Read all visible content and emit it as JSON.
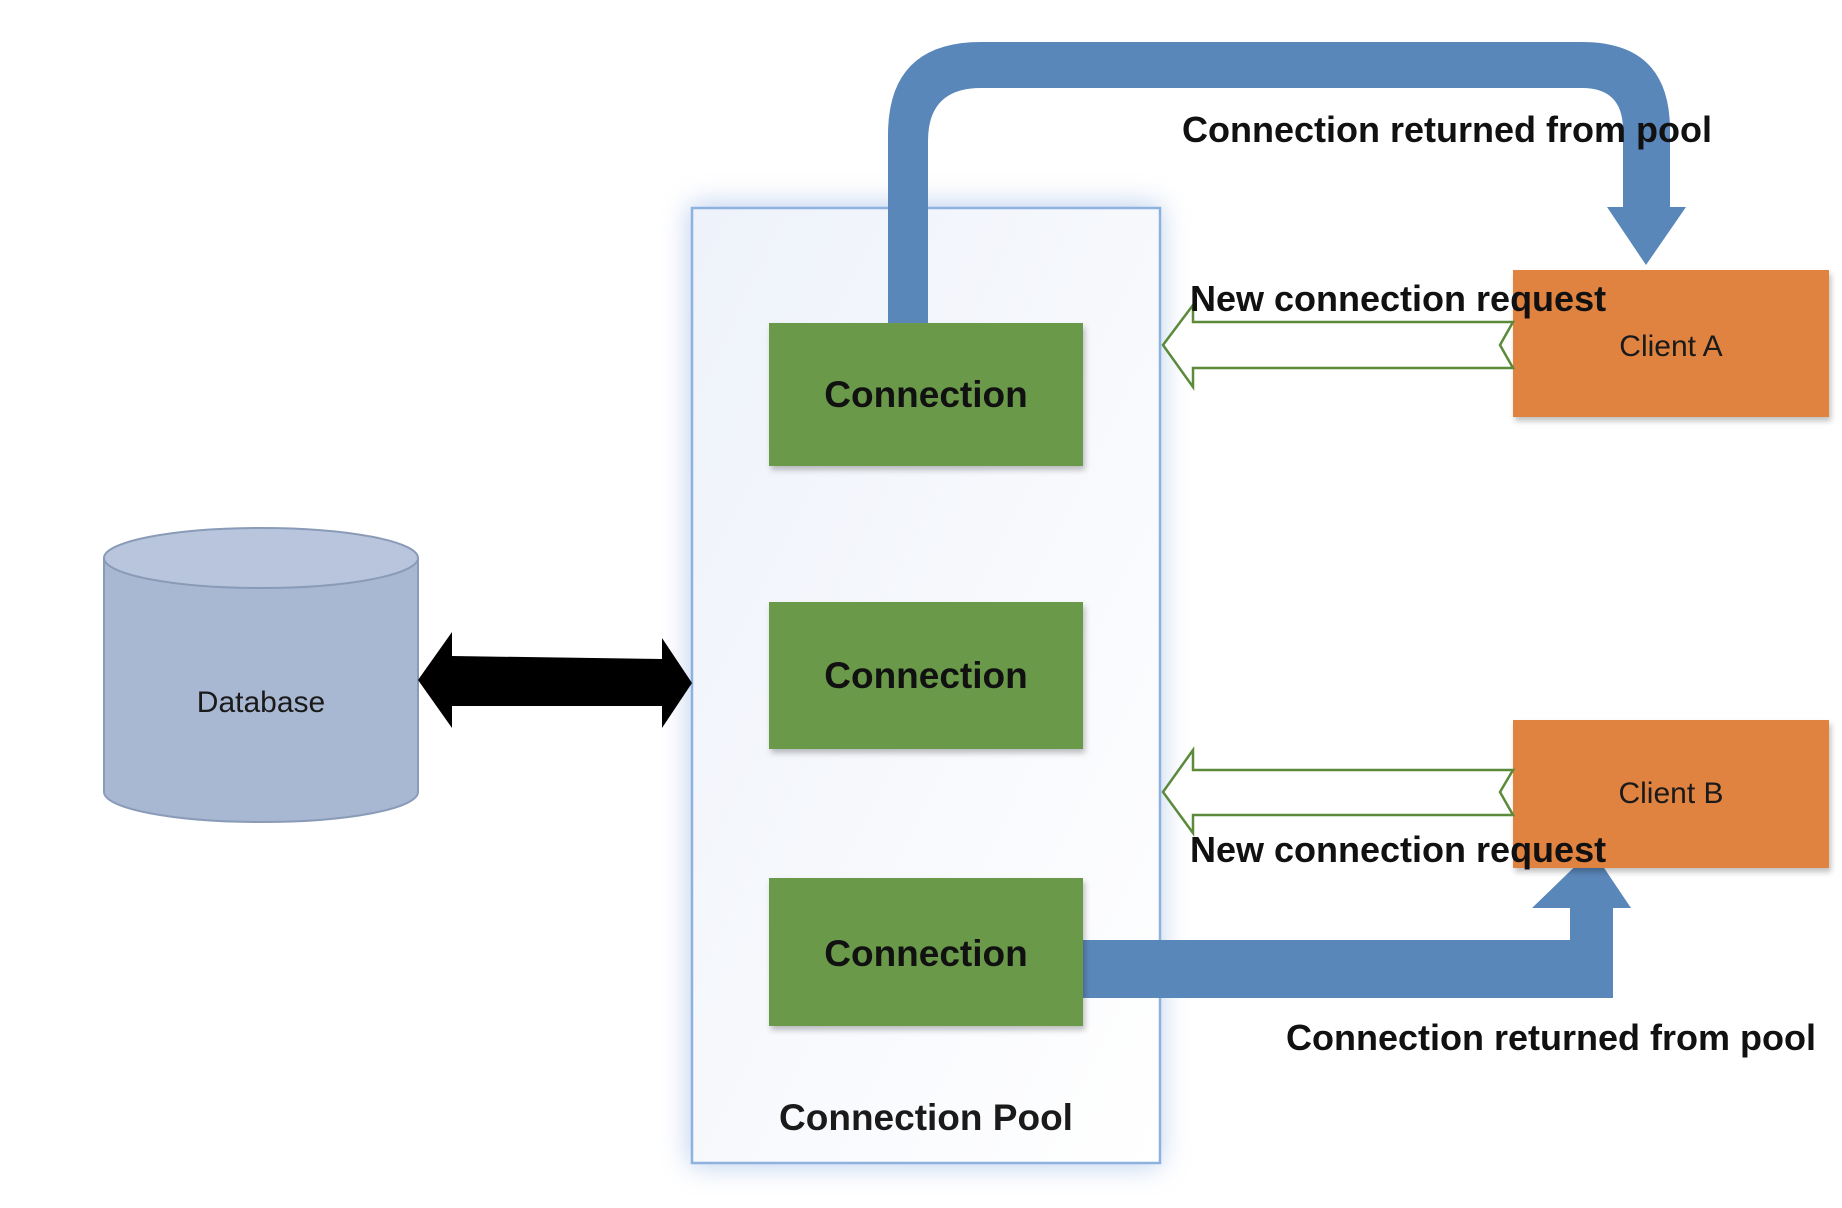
{
  "diagram": {
    "database_label": "Database",
    "pool_label": "Connection Pool",
    "connections": [
      "Connection",
      "Connection",
      "Connection"
    ],
    "client_a_label": "Client A",
    "client_b_label": "Client B",
    "returned_top_label": "Connection returned from pool",
    "returned_bottom_label": "Connection returned from pool",
    "request_a_label": "New connection request",
    "request_b_label": "New connection request"
  },
  "colors": {
    "connection_fill": "#6a9a48",
    "client_fill": "#e08240",
    "database_fill": "#a9b8d2",
    "flow_arrow": "#5a87ba",
    "pool_border": "#8eb2df",
    "request_arrow_stroke": "#5a8a3a"
  }
}
